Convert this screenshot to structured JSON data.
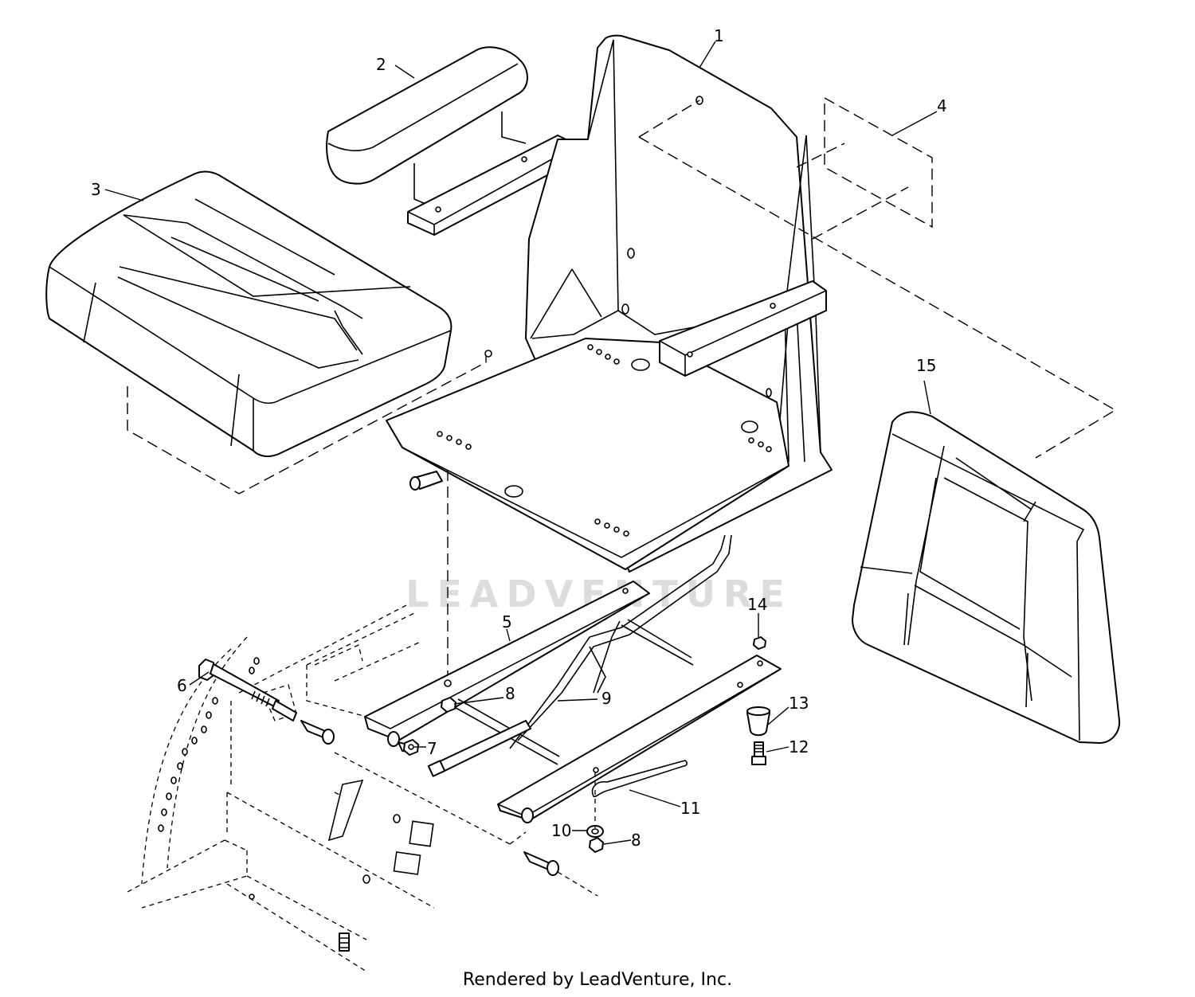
{
  "watermark": {
    "text": "LEADVENTURE",
    "color": "#d9d9d9"
  },
  "footer": {
    "text": "Rendered by LeadVenture, Inc."
  },
  "callouts": [
    "1",
    "2",
    "3",
    "4",
    "5",
    "6",
    "7",
    "8",
    "9",
    "8",
    "10",
    "11",
    "12",
    "13",
    "14",
    "15"
  ],
  "colors": {
    "line": "#000000",
    "background": "#ffffff"
  }
}
